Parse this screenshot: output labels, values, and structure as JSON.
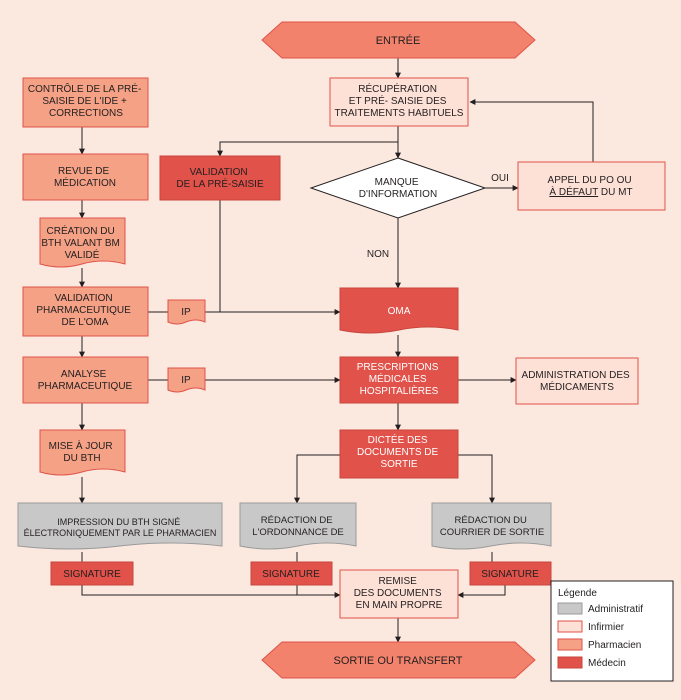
{
  "colors": {
    "background": "#fbe9df",
    "administratif": "#c9c8c9",
    "infirmier": "#fde0d6",
    "infirmier_border": "#e0524a",
    "pharmacien": "#f4a185",
    "medecin": "#e0524a",
    "line": "#231f20"
  },
  "nodes": {
    "entree": [
      "ENTRÉE"
    ],
    "recuperation": [
      "RÉCUPÉRATION",
      "ET PRÉ- SAISIE DES",
      "TRAITEMENTS HABITUELS"
    ],
    "controle": [
      "CONTRÔLE DE LA PRÉ-",
      "SAISIE DE L'IDE +",
      "CORRECTIONS"
    ],
    "revue": [
      "REVUE DE",
      "MÉDICATION"
    ],
    "creation_bth": [
      "CRÉATION DU",
      "BTH VALANT BM",
      "VALIDÉ"
    ],
    "validation_pharma": [
      "VALIDATION",
      "PHARMACEUTIQUE",
      "DE L'OMA"
    ],
    "analyse": [
      "ANALYSE",
      "PHARMACEUTIQUE"
    ],
    "mise_a_jour": [
      "MISE À JOUR",
      "DU BTH"
    ],
    "impression": [
      "IMPRESSION DU BTH SIGNÉ",
      "ÉLECTRONIQUEMENT PAR LE PHARMACIEN"
    ],
    "validation_presaisie": [
      "VALIDATION",
      "DE LA PRÉ-SAISIE"
    ],
    "manque": [
      "MANQUE",
      "D'INFORMATION"
    ],
    "appel_line1": "APPEL DU PO OU",
    "appel_underlined": "À DÉFAUT",
    "appel_tail": " DU MT",
    "oma": [
      "OMA"
    ],
    "ip1": [
      "IP"
    ],
    "ip2": [
      "IP"
    ],
    "prescriptions": [
      "PRESCRIPTIONS",
      "MÉDICALES",
      "HOSPITALIÈRES"
    ],
    "administration": [
      "ADMINISTRATION DES",
      "MÉDICAMENTS"
    ],
    "dictee": [
      "DICTÉE DES",
      "DOCUMENTS DE",
      "SORTIE"
    ],
    "redaction_ordonnance": [
      "RÉDACTION DE",
      "L'ORDONNANCE DE"
    ],
    "redaction_courrier": [
      "RÉDACTION DU",
      "COURRIER DE SORTIE"
    ],
    "signature1": [
      "SIGNATURE"
    ],
    "signature2": [
      "SIGNATURE"
    ],
    "signature3": [
      "SIGNATURE"
    ],
    "remise": [
      "REMISE",
      "DES DOCUMENTS",
      "EN MAIN PROPRE"
    ],
    "sortie": [
      "SORTIE OU TRANSFERT"
    ]
  },
  "edge_labels": {
    "oui": "OUI",
    "non": "NON"
  },
  "legend": {
    "title": "Légende",
    "items": [
      {
        "label": "Administratif",
        "color": "#c9c8c9"
      },
      {
        "label": "Infirmier",
        "color": "#fde0d6"
      },
      {
        "label": "Pharmacien",
        "color": "#f4a185"
      },
      {
        "label": "Médecin",
        "color": "#e0524a"
      }
    ]
  }
}
